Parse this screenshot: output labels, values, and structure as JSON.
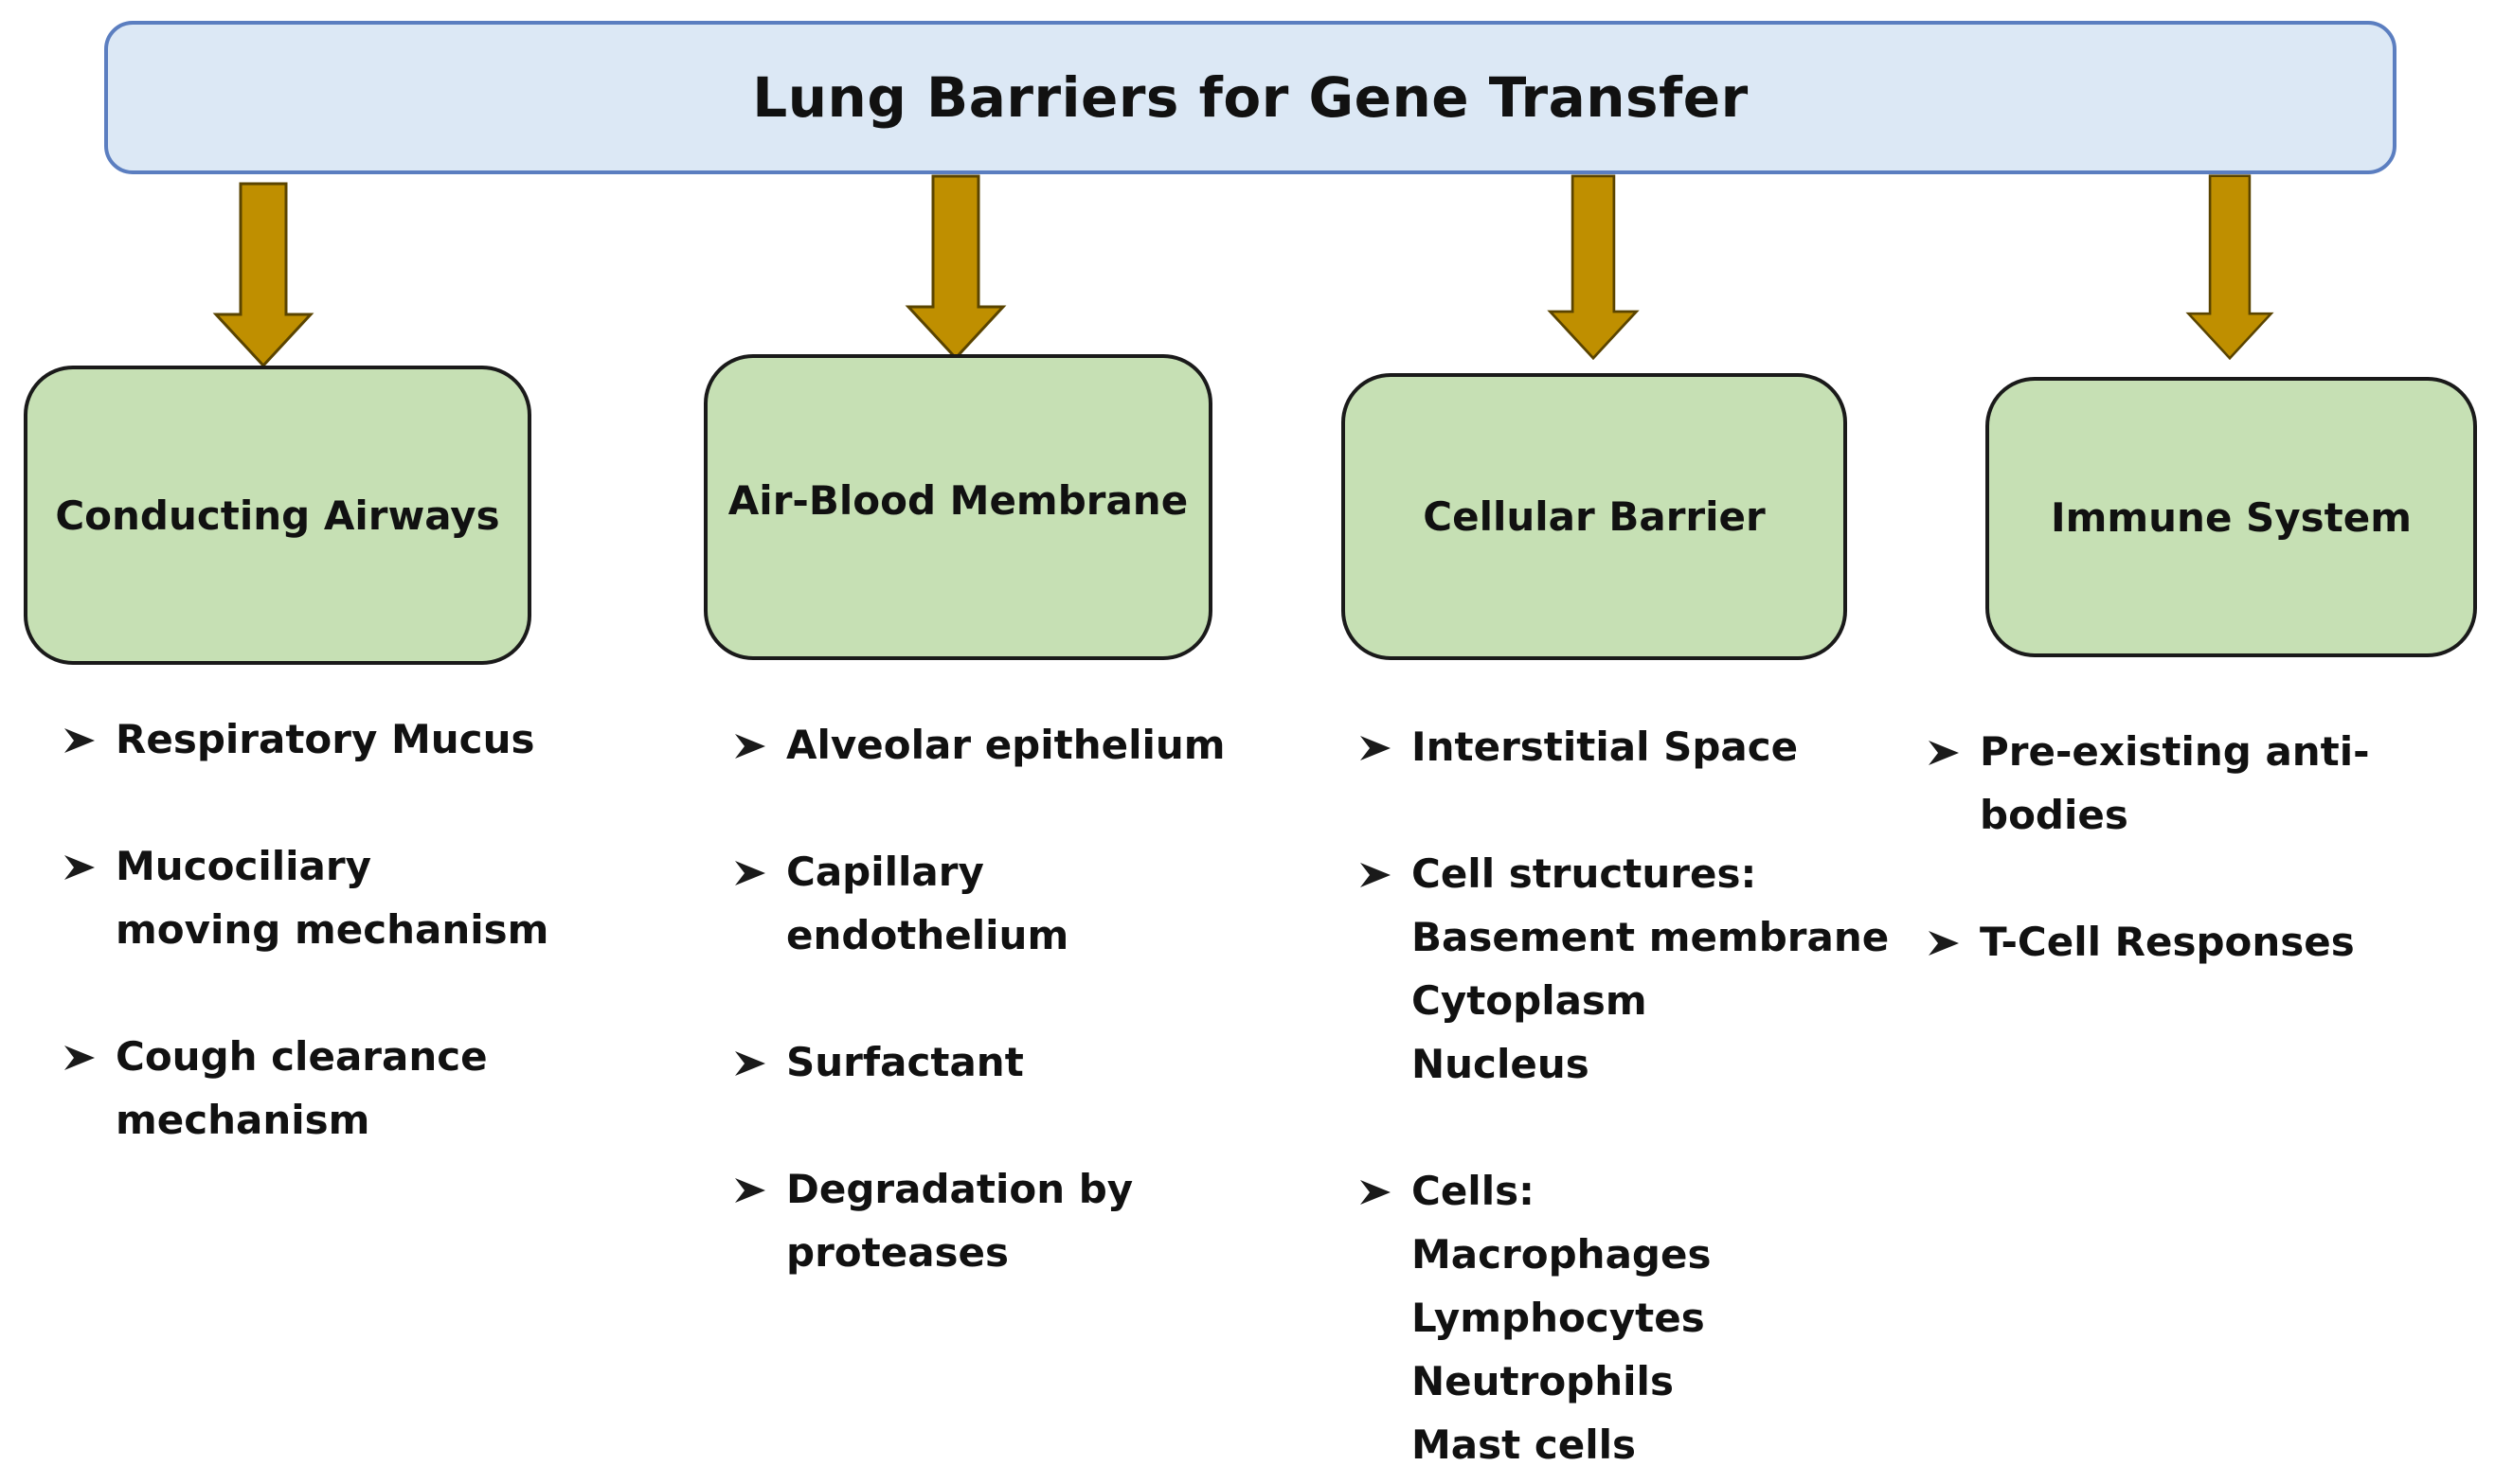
{
  "title": "Lung Barriers for Gene Transfer",
  "colors": {
    "title_fill": "#dce8f5",
    "title_border": "#5b7ec0",
    "box_fill": "#c6e0b4",
    "arrow_fill": "#bf8f00"
  },
  "categories": [
    {
      "label": "Conducting Airways",
      "items": [
        {
          "lines": [
            "Respiratory Mucus"
          ]
        },
        {
          "lines": [
            "Mucociliary",
            "moving mechanism"
          ]
        },
        {
          "lines": [
            "Cough clearance",
            "mechanism"
          ]
        }
      ]
    },
    {
      "label": "Air-Blood Membrane",
      "items": [
        {
          "lines": [
            "Alveolar epithelium"
          ]
        },
        {
          "lines": [
            "Capillary",
            "endothelium"
          ]
        },
        {
          "lines": [
            "Surfactant"
          ]
        },
        {
          "lines": [
            "Degradation by",
            "proteases"
          ]
        }
      ]
    },
    {
      "label": "Cellular Barrier",
      "items": [
        {
          "lines": [
            "Interstitial Space"
          ]
        },
        {
          "lines": [
            "Cell structures:",
            "Basement membrane",
            "Cytoplasm",
            "Nucleus"
          ]
        },
        {
          "lines": [
            "Cells:",
            "Macrophages",
            "Lymphocytes",
            "Neutrophils",
            "Mast cells"
          ]
        }
      ]
    },
    {
      "label": "Immune System",
      "items": [
        {
          "lines": [
            "Pre-existing anti-",
            "bodies"
          ]
        },
        {
          "lines": [
            "T-Cell Responses"
          ]
        }
      ]
    }
  ]
}
